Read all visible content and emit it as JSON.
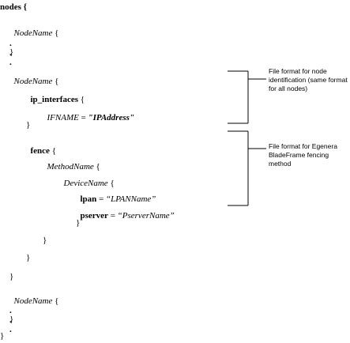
{
  "code": {
    "nodes_open": "nodes {",
    "nodename_1": "NodeName",
    "brace_open": " {",
    "vdots": ".",
    "close_brace": "}",
    "nodename_2": "NodeName",
    "ip_interfaces": "ip_interfaces",
    "ifname": "IFNAME",
    "equals": " = ",
    "ipaddress": "\"IPAddress\"",
    "fence": "fence",
    "methodname": "MethodName",
    "devicename": "DeviceName",
    "lpan": "lpan",
    "lpanname": "“LPANName”",
    "pserver": "pserver",
    "pservername": "“PserverName”",
    "nodename_3": "NodeName"
  },
  "annotations": [
    {
      "text": "File format for node identification (same format for all nodes)"
    },
    {
      "text": "File format for Egenera BladeFrame fencing method"
    }
  ]
}
